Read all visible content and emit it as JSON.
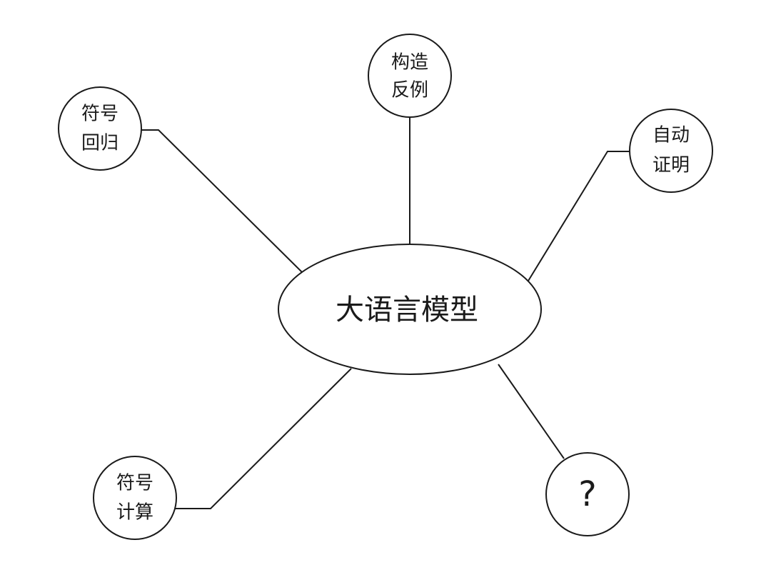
{
  "center": {
    "label": "大语言模型"
  },
  "nodes": {
    "counterexample": {
      "line1": "构造",
      "line2": "反例"
    },
    "symbolic_regression": {
      "line1": "符号",
      "line2": "回归"
    },
    "auto_proof": {
      "line1": "自动",
      "line2": "证明"
    },
    "symbolic_computation": {
      "line1": "符号",
      "line2": "计算"
    },
    "unknown": {
      "label": "?"
    }
  },
  "colors": {
    "stroke": "#1a1a1a",
    "fill": "#ffffff",
    "background": "#ffffff"
  }
}
